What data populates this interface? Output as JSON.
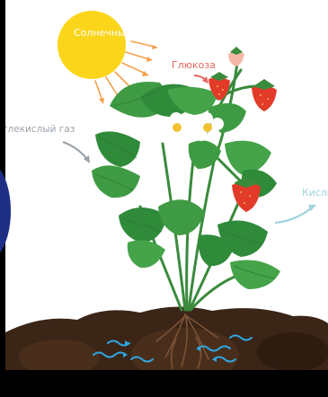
{
  "labels": {
    "sunlight": "Солнечный свет",
    "glucose": "Глюкоза",
    "carbon_dioxide": "глекислый газ",
    "oxygen": "Кисло"
  },
  "colors": {
    "sun": "#fbd51a",
    "sun_rays": "#f5a04a",
    "glucose_arrow": "#e4675e",
    "co2_arrow": "#9aa2aa",
    "oxygen_arrow": "#9fd3dc",
    "leaf_dark": "#2f8a3a",
    "leaf_light": "#4caf50",
    "soil": "#3a2416",
    "water_waves": "#2ea8e5",
    "strawberry": "#e23b2a"
  }
}
